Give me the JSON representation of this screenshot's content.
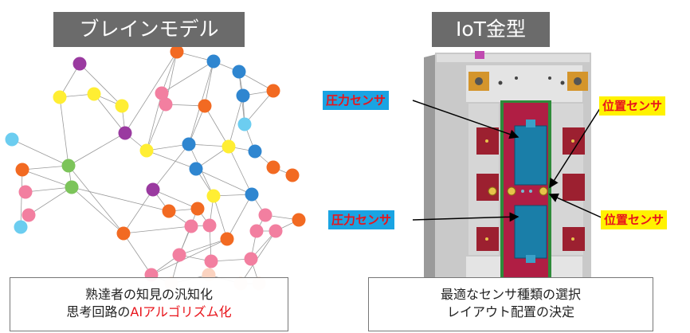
{
  "left_panel": {
    "title": "ブレインモデル",
    "caption_line1": "熟達者の知見の汎知化",
    "caption_line2_prefix": "思考回路の",
    "caption_line2_highlight": "AIアルゴリズム化"
  },
  "right_panel": {
    "title": "IoT金型",
    "caption_line1": "最適なセンサ種類の選択",
    "caption_line2": "レイアウト配置の決定",
    "labels": {
      "pressure_sensor_top": "圧力センサ",
      "pressure_sensor_bottom": "圧力センサ",
      "position_sensor_top": "位置センサ",
      "position_sensor_bottom": "位置センサ"
    }
  },
  "colors": {
    "title_bg": "#6b6b6b",
    "highlight_text": "#e8141b",
    "pressure_label_bg": "#1aa4e3",
    "position_label_bg": "#fff200"
  }
}
